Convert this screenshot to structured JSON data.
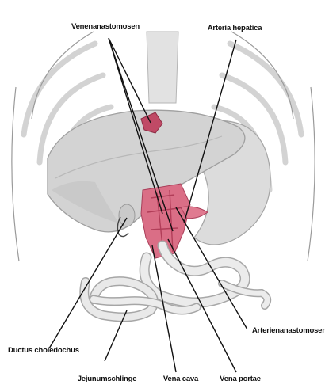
{
  "labels": {
    "venenanastomosen": "Venenanastomosen",
    "arteria_hepatica": "Arteria hepatica",
    "arterienanastomosen": "Arterienanastomosen",
    "ductus_choledochus": "Ductus choledochus",
    "jejunumschlinge": "Jejunumschlinge",
    "vena_cava": "Vena cava",
    "vena_portae": "Vena portae"
  },
  "colors": {
    "outline": "#a8a8a8",
    "organ_fill": "#d6d6d6",
    "organ_shadow": "#bcbcbc",
    "vessel": "#d9627a",
    "vessel_dark": "#b63b57",
    "leader": "#111111"
  }
}
